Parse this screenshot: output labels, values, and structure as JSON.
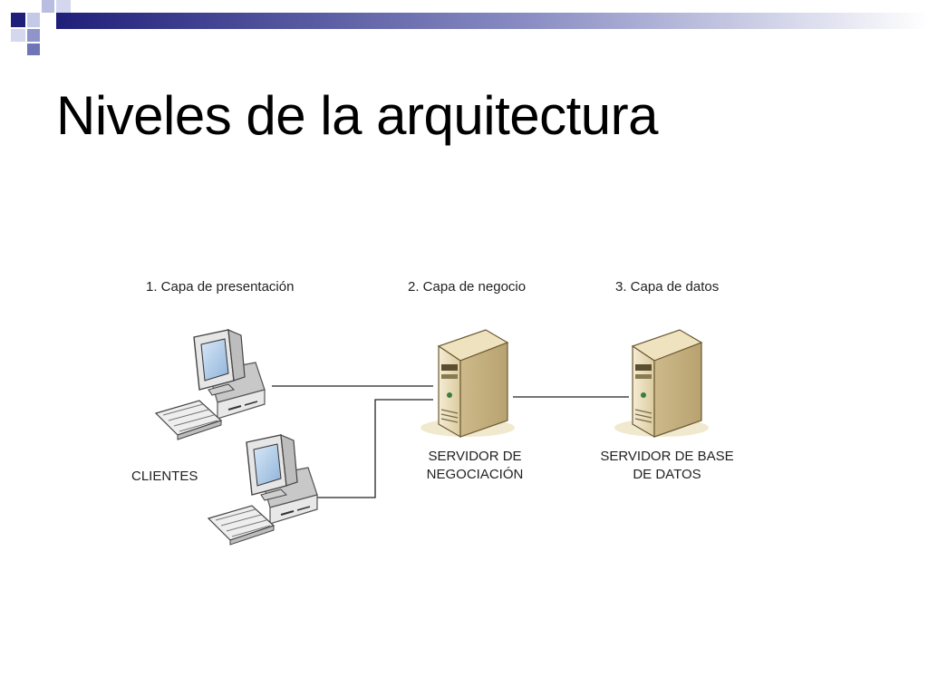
{
  "slide": {
    "title": "Niveles de la arquitectura"
  },
  "diagram": {
    "layers": [
      {
        "label": "1. Capa de presentación"
      },
      {
        "label": "2. Capa de negocio"
      },
      {
        "label": "3. Capa de datos"
      }
    ],
    "clients_label": "CLIENTES",
    "business_server": {
      "line1": "SERVIDOR DE",
      "line2": "NEGOCIACIÓN"
    },
    "db_server": {
      "line1": "SERVIDOR DE BASE",
      "line2": "DE DATOS"
    },
    "icons": [
      "client-computer-icon",
      "client-computer-icon",
      "server-tower-icon",
      "server-tower-icon"
    ]
  },
  "colors": {
    "decoration_navy": "#1f1f7a",
    "decoration_light": "#9da3cf",
    "server_beige": "#e9dcb7",
    "computer_gray": "#d9d9d9",
    "screen_blue": "#a9c7e6"
  }
}
